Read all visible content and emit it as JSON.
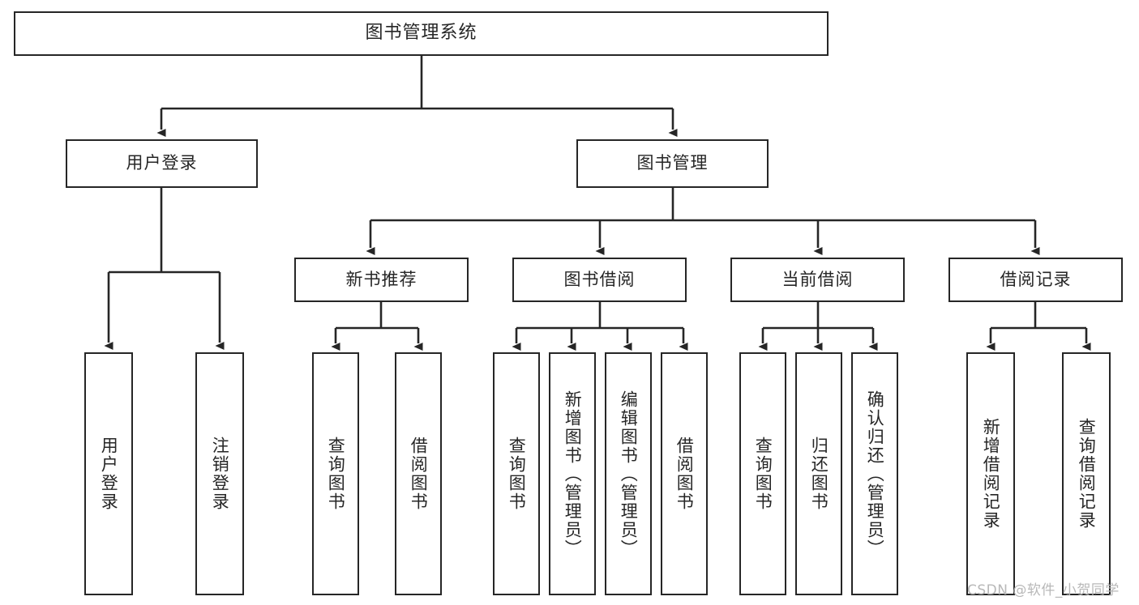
{
  "diagram": {
    "title": "图书管理系统",
    "type": "tree-hierarchy-chart",
    "watermark": "CSDN @软件_小贺同学",
    "colors": {
      "box_stroke": "#262626",
      "box_fill": "#ffffff",
      "connector": "#262626",
      "watermark": "#b8b8b8",
      "background": "#ffffff"
    },
    "nodes": {
      "root": {
        "label": "图书管理系统"
      },
      "level2": [
        {
          "id": "user-login",
          "label": "用户登录"
        },
        {
          "id": "book-manage",
          "label": "图书管理"
        }
      ],
      "level3": [
        {
          "id": "new-book-recommend",
          "label": "新书推荐"
        },
        {
          "id": "book-borrow",
          "label": "图书借阅"
        },
        {
          "id": "current-borrow",
          "label": "当前借阅"
        },
        {
          "id": "borrow-record",
          "label": "借阅记录"
        }
      ],
      "leaves": {
        "user_login": [
          {
            "id": "leaf-user-login",
            "label": "用户登录"
          },
          {
            "id": "leaf-user-logout",
            "label": "注销登录"
          }
        ],
        "new_book_recommend": [
          {
            "id": "leaf-query-book-1",
            "label": "查询图书"
          },
          {
            "id": "leaf-borrow-book-1",
            "label": "借阅图书"
          }
        ],
        "book_borrow": [
          {
            "id": "leaf-query-book-2",
            "label": "查询图书"
          },
          {
            "id": "leaf-add-book",
            "label": "新增图书（管理员）"
          },
          {
            "id": "leaf-edit-book",
            "label": "编辑图书（管理员）"
          },
          {
            "id": "leaf-borrow-book-2",
            "label": "借阅图书"
          }
        ],
        "current_borrow": [
          {
            "id": "leaf-query-book-3",
            "label": "查询图书"
          },
          {
            "id": "leaf-return-book",
            "label": "归还图书"
          },
          {
            "id": "leaf-confirm-return",
            "label": "确认归还（管理员）"
          }
        ],
        "borrow_record": [
          {
            "id": "leaf-add-record",
            "label": "新增借阅记录"
          },
          {
            "id": "leaf-query-record",
            "label": "查询借阅记录"
          }
        ]
      }
    }
  }
}
